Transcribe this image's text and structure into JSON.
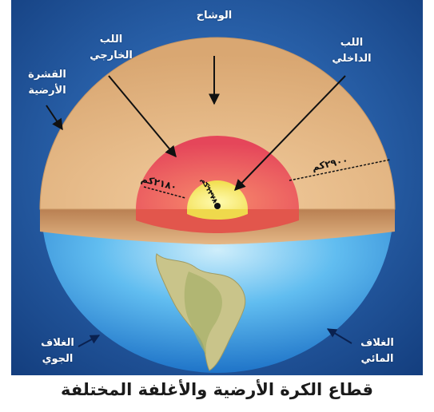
{
  "diagram": {
    "labels": {
      "mantle": "الوشاح",
      "outer_core_line1": "اللب",
      "outer_core_line2": "الخارجي",
      "inner_core_line1": "اللب",
      "inner_core_line2": "الداخلي",
      "crust_line1": "القشرة",
      "crust_line2": "الأرضية",
      "atmosphere_line1": "الغلاف",
      "atmosphere_line2": "الجوي",
      "hydrosphere_line1": "الغلاف",
      "hydrosphere_line2": "المائي"
    },
    "distances": {
      "mantle_thickness": "٢٩٠٠كم",
      "outer_core_thickness": "٢١٨٠كم",
      "inner_core_radius": "١٢٧٨كم"
    },
    "colors": {
      "background": "#1f58a0",
      "mantle": "#e8bf8c",
      "outer_core": "#e8505a",
      "inner_core": "#f6ec6c",
      "ocean": "#3aa3e0"
    }
  },
  "caption": "قطاع الكرة الأرضية والأغلفة المختلفة"
}
